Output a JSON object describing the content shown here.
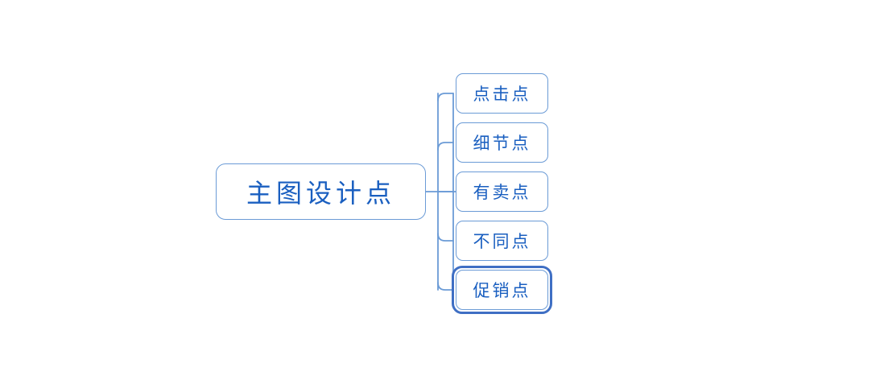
{
  "diagram": {
    "type": "mind-map",
    "background_color": "#ffffff",
    "line_color": "#6b9bd6",
    "node_border_color": "#6b9bd6",
    "node_text_color": "#1a5fc0",
    "selection_color": "#3f6fc4",
    "root": {
      "label": "主图设计点"
    },
    "children": [
      {
        "label": "点击点",
        "selected": false
      },
      {
        "label": "细节点",
        "selected": false
      },
      {
        "label": "有卖点",
        "selected": false
      },
      {
        "label": "不同点",
        "selected": false
      },
      {
        "label": "促销点",
        "selected": true
      }
    ]
  }
}
